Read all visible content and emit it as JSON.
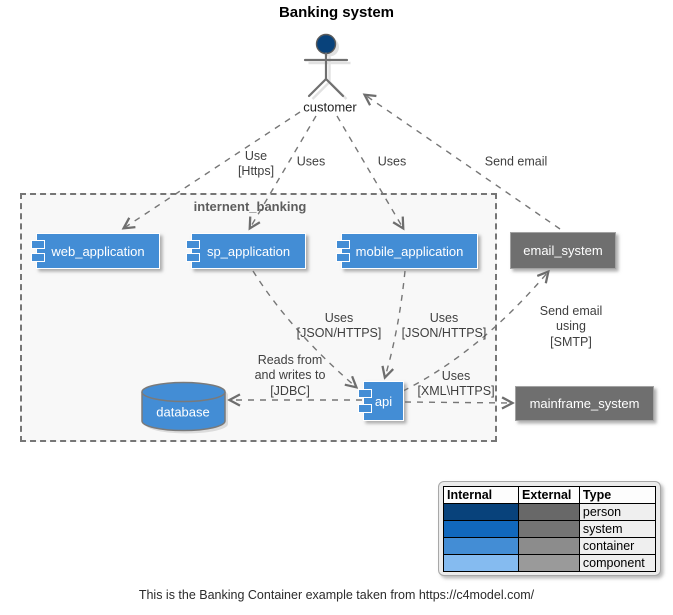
{
  "title": "Banking system",
  "footer": "This is the Banking Container example taken from https://c4model.com/",
  "actor": {
    "label": "customer"
  },
  "boundary": {
    "label": "internent_banking"
  },
  "nodes": {
    "web_application": {
      "label": "web_application"
    },
    "sp_application": {
      "label": "sp_application"
    },
    "mobile_application": {
      "label": "mobile_application"
    },
    "email_system": {
      "label": "email_system"
    },
    "database": {
      "label": "database"
    },
    "api": {
      "label": "api"
    },
    "mainframe_system": {
      "label": "mainframe_system"
    }
  },
  "edge_labels": {
    "use_https": "Use\n[Https]",
    "uses_1": "Uses",
    "uses_2": "Uses",
    "send_email": "Send email",
    "uses_json_1": "Uses\n[JSON/HTTPS]",
    "uses_json_2": "Uses\n[JSON/HTTPS]",
    "reads_jdbc": "Reads from\nand writes to\n[JDBC]",
    "uses_xml": "Uses\n[XML\\HTTPS]",
    "send_smtp": "Send email\nusing\n[SMTP]"
  },
  "legend": {
    "headers": [
      "Internal",
      "External",
      "Type"
    ],
    "rows": [
      {
        "type": "person",
        "internal": "#08427B",
        "external": "#686868"
      },
      {
        "type": "system",
        "internal": "#1168BD",
        "external": "#747474"
      },
      {
        "type": "container",
        "internal": "#438DD5",
        "external": "#8C8C8C"
      },
      {
        "type": "component",
        "internal": "#85BBF0",
        "external": "#9A9A9A"
      }
    ]
  },
  "colors": {
    "internal_node": "#438DD5",
    "external_node": "#6F6F6F",
    "person_head": "#08427B",
    "edge": "#6E6E6E"
  }
}
